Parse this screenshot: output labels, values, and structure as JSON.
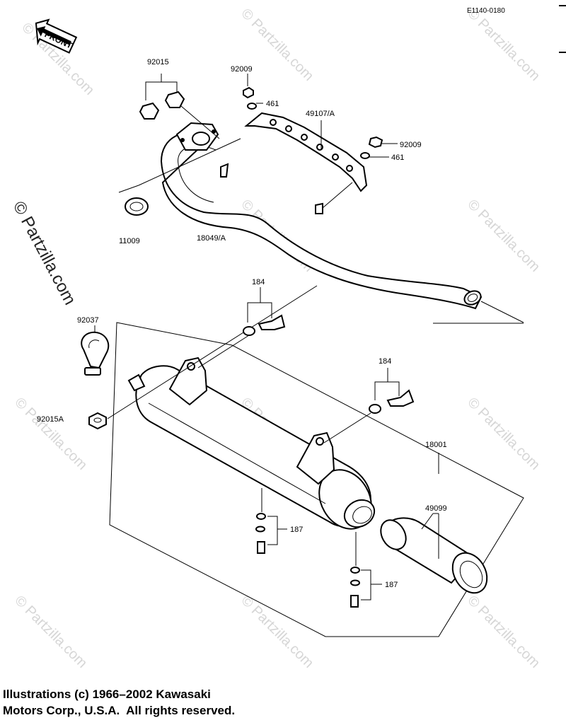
{
  "ref_code": "E1140-0180",
  "front_label": "FRONT",
  "watermark": {
    "site_text": "© Partzilla.com",
    "side_text": "© Partzilla.com"
  },
  "callouts": {
    "p92015": "92015",
    "p92009_top": "92009",
    "p461_top": "461",
    "p49107A": "49107/A",
    "p92009_right": "92009",
    "p461_right": "461",
    "p11009": "11009",
    "p18049A": "18049/A",
    "p184_top": "184",
    "p92037": "92037",
    "p184_right": "184",
    "p92015A": "92015A",
    "p18001": "18001",
    "p49099": "49099",
    "p187_left": "187",
    "p187_bottom": "187"
  },
  "copyright": {
    "line1": "Illustrations (c) 1966–2002 Kawasaki",
    "line2": "Motors Corp., U.S.A.  All rights reserved."
  }
}
